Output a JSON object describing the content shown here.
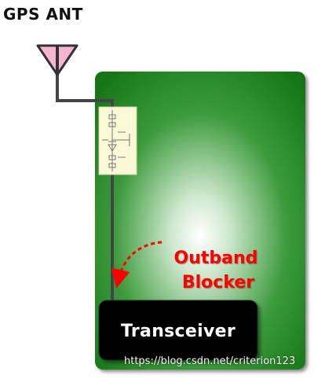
{
  "title": "GPS ANT",
  "blocker": {
    "line1": "Outband",
    "line2": "Blocker"
  },
  "transceiver": {
    "label": "Transceiver"
  },
  "watermark": "https://blog.csdn.net/criterion123",
  "colors": {
    "board_dark": "#0e6e0e",
    "board_light": "#ffffff",
    "trace": "#444444",
    "antenna_fill": "#f6b6cf",
    "blocker": "#ff0000",
    "transceiver_bg": "#050505",
    "matching_bg": "#fbf8d8"
  }
}
